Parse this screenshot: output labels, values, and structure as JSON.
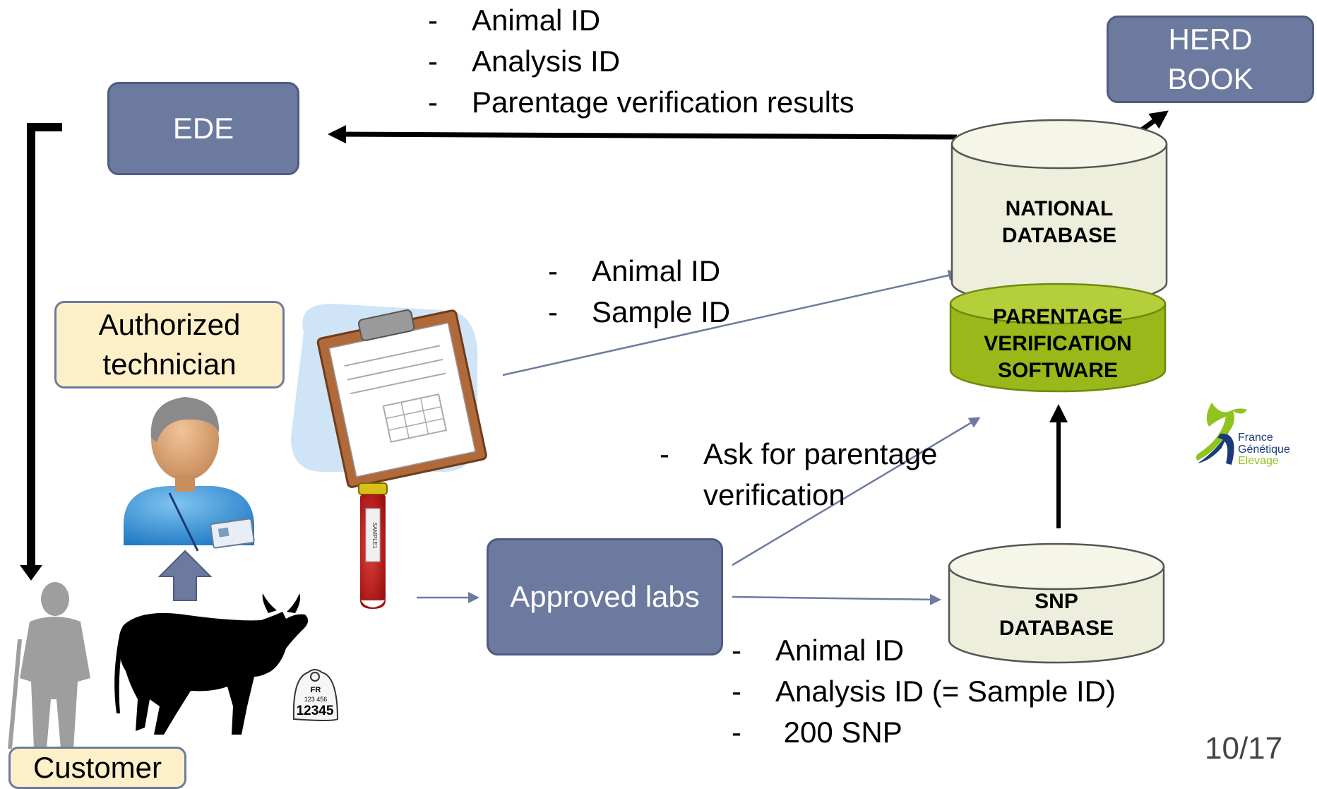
{
  "nodes": {
    "ede": "EDE",
    "herd_book": [
      "HERD",
      "BOOK"
    ],
    "national_database": [
      "NATIONAL",
      "DATABASE"
    ],
    "parentage_software": [
      "PARENTAGE",
      "VERIFICATION",
      "SOFTWARE"
    ],
    "snp_database": [
      "SNP",
      "DATABASE"
    ],
    "approved_labs": "Approved labs",
    "technician": [
      "Authorized",
      "technician"
    ],
    "customer": "Customer"
  },
  "labels": {
    "national_to_ede": [
      "Animal ID",
      "Analysis ID",
      "Parentage verification results"
    ],
    "technician_to_national": [
      "Animal ID",
      "Sample ID"
    ],
    "labs_to_software": [
      "Ask for parentage",
      "verification"
    ],
    "labs_to_snp": [
      "Animal ID",
      "Analysis ID (= Sample ID)",
      " 200 SNP"
    ],
    "bullet": "-"
  },
  "ear_tag": {
    "country": "FR",
    "number_small": "123 456",
    "number_large": "12345"
  },
  "sample_tube_label": "SAMPLE1",
  "logo": {
    "lines": [
      "France",
      "Génétique",
      "Elevage"
    ]
  },
  "page_number": "10/17",
  "colors": {
    "box_blue": "#6d7aa0",
    "box_cream": "#fdf0c8",
    "cylinder_cream": "#eeeedd",
    "cylinder_green": "#9ab81a",
    "connector_blue": "#6d7aa0"
  }
}
